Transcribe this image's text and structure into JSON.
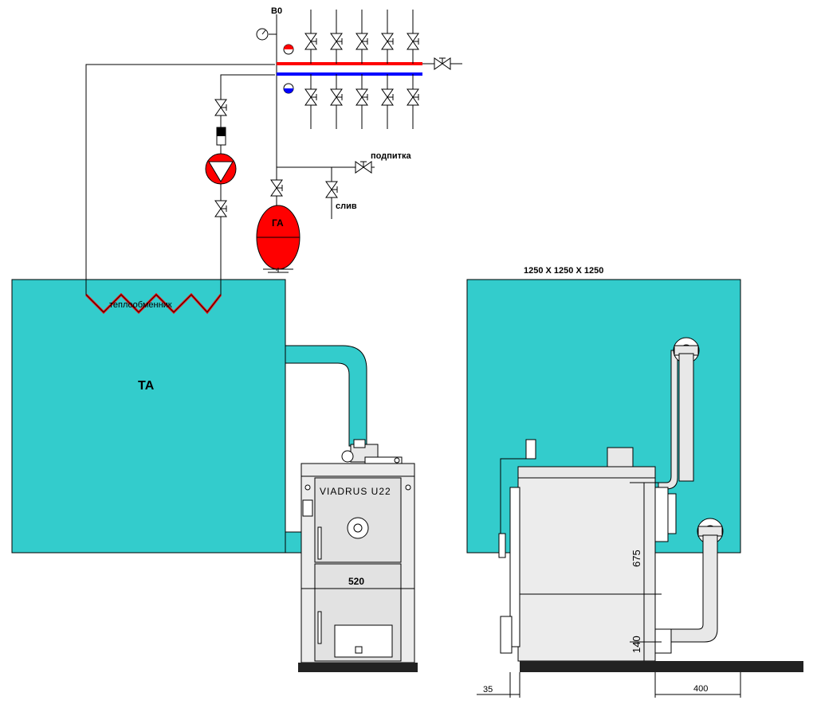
{
  "labels": {
    "air_vent": "В0",
    "refill": "подпитка",
    "drain": "слив",
    "expansion_tank": "ГА",
    "heat_exchanger": "теплообменник",
    "storage_tank": "ТА",
    "tank_size": "1250 Х 1250 Х 1250",
    "boiler_brand": "VIADRUS  U22"
  },
  "dimensions": {
    "boiler_width": "520",
    "height_upper": "675",
    "height_lower": "140",
    "offset_left": "35",
    "offset_right": "400"
  },
  "colors": {
    "tank": "#33cccc",
    "supply_line": "#ff0000",
    "return_line": "#0000ff",
    "pump": "#ff0000",
    "expansion_tank": "#ff0000",
    "boiler_body": "#e8e8e8",
    "floor": "#222222"
  }
}
